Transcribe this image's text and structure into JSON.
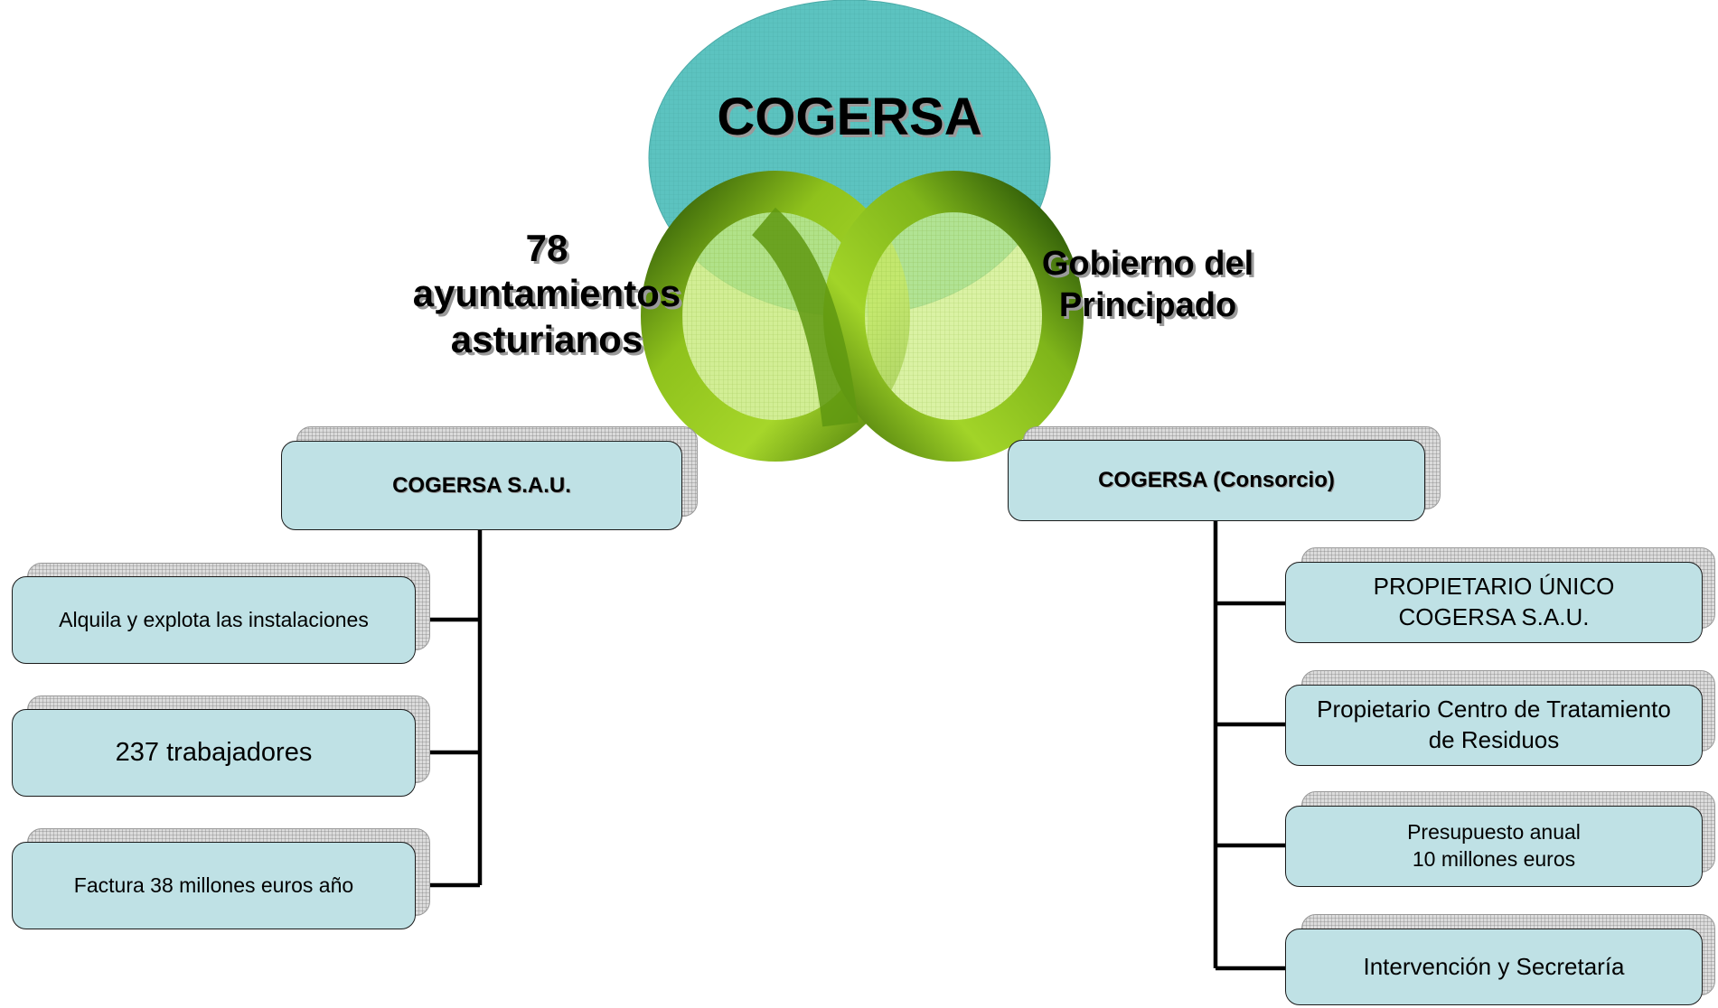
{
  "header": {
    "title": "COGERSA",
    "left_label": "78\nayuntamientos\nasturianos",
    "right_label": "Gobierno del\nPrincipado"
  },
  "left": {
    "title": "COGERSA S.A.U.",
    "items": [
      "Alquila y explota las instalaciones",
      "237 trabajadores",
      "Factura 38 millones euros año"
    ]
  },
  "right": {
    "title": "COGERSA (Consorcio)",
    "items": [
      "PROPIETARIO ÚNICO\nCOGERSA S.A.U.",
      "Propietario Centro de Tratamiento\nde Residuos",
      "Presupuesto anual\n10 millones euros",
      "Intervención y Secretaría"
    ]
  },
  "colors": {
    "box_fill": "#bfe1e5",
    "ellipse_fill": "#5cc3c0",
    "ring_green": "#86b91a"
  }
}
